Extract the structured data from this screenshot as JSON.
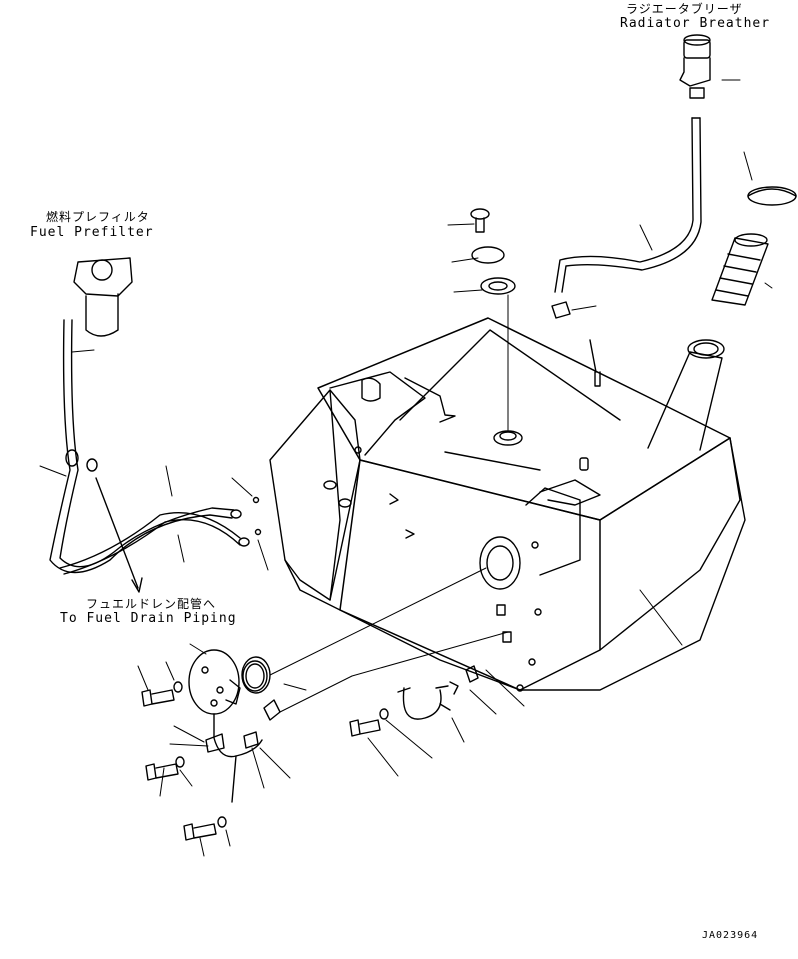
{
  "labels": {
    "radiator_breather": {
      "ja": "ラジエータブリーザ",
      "en": "Radiator Breather"
    },
    "fuel_prefilter": {
      "ja": "燃料プレフィルタ",
      "en": "Fuel Prefilter"
    },
    "fuel_drain": {
      "ja": "フュエルドレン配管へ",
      "en": "To Fuel Drain Piping"
    }
  },
  "drawing_code": "JA023964"
}
